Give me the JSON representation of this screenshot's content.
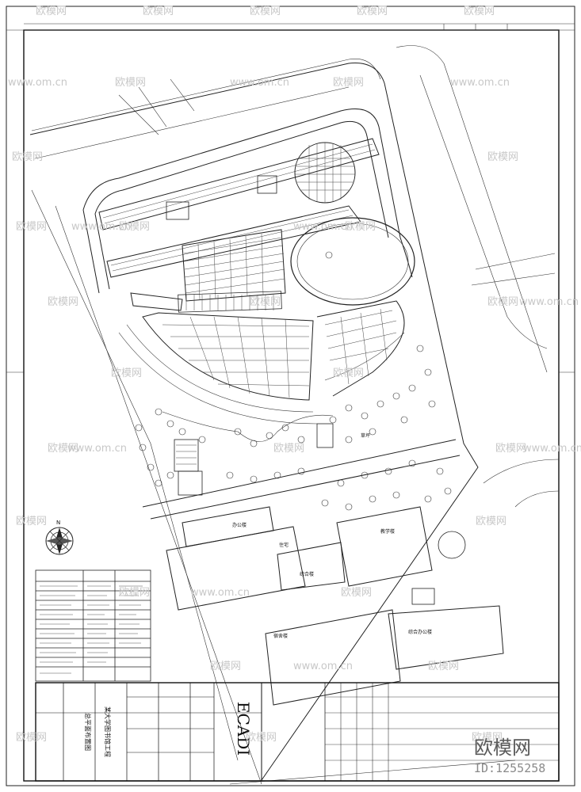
{
  "drawing": {
    "sheet_corner_label": "",
    "north_label": "N",
    "labels": {
      "lawn": "草坪",
      "building_a": "办公楼",
      "building_b": "住宅",
      "building_c": "综合楼",
      "building_d": "教学楼",
      "building_e": "宿舍楼",
      "building_f": "综合办公楼"
    }
  },
  "title_block": {
    "logo": "ECADI",
    "project": "某大学图书馆工程",
    "sheet_title": "总平面布置图"
  },
  "watermark": {
    "brand": "欧模网",
    "site": "www.om.cn",
    "id": "ID:1255258"
  }
}
